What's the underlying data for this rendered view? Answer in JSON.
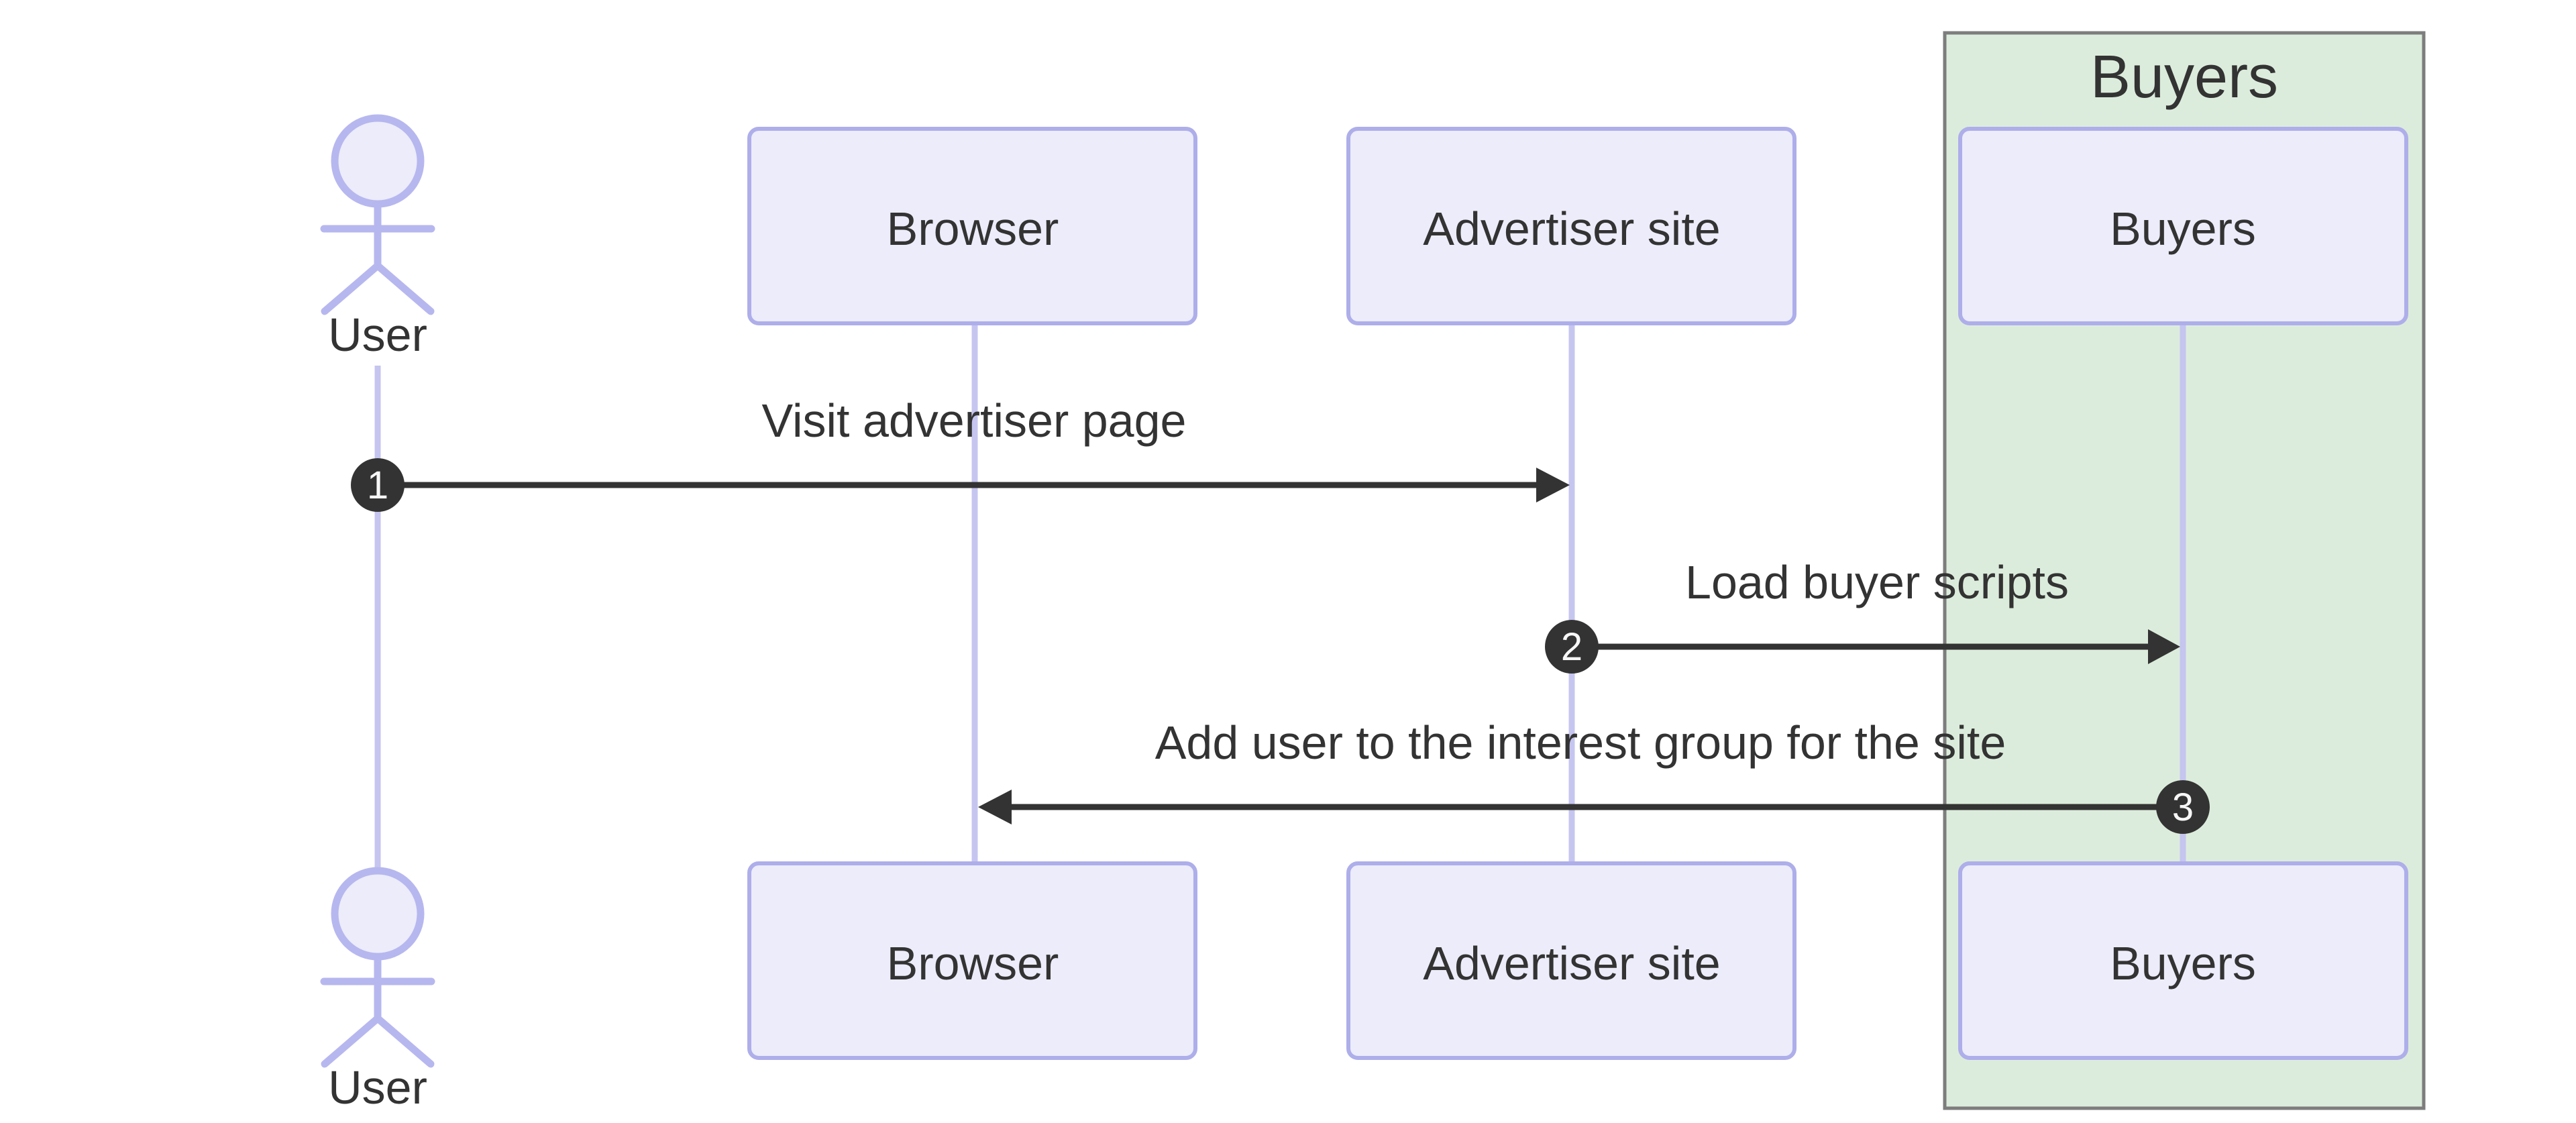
{
  "diagram": {
    "type": "sequence-diagram",
    "group": {
      "label": "Buyers",
      "fill_color": "#dcecdc",
      "border_color": "#7d7d7d"
    },
    "actors": [
      {
        "id": "user",
        "label": "User",
        "kind": "actor"
      },
      {
        "id": "browser",
        "label": "Browser",
        "kind": "participant"
      },
      {
        "id": "advertiser",
        "label": "Advertiser site",
        "kind": "participant"
      },
      {
        "id": "buyers",
        "label": "Buyers",
        "kind": "participant",
        "group": "Buyers"
      }
    ],
    "messages": [
      {
        "seq": "1",
        "label": "Visit advertiser page",
        "from": "User",
        "to": "Advertiser site",
        "direction": "right"
      },
      {
        "seq": "2",
        "label": "Load buyer scripts",
        "from": "Advertiser site",
        "to": "Buyers",
        "direction": "right"
      },
      {
        "seq": "3",
        "label": "Add user to the interest group for the site",
        "from": "Buyers",
        "to": "Browser",
        "direction": "left"
      }
    ],
    "colors": {
      "participant_fill": "#ececfa",
      "participant_border": "#aeaeea",
      "lifeline": "#c5c5f0",
      "message_line": "#333333",
      "badge_fill": "#333333",
      "badge_text": "#f7f7f7",
      "text": "#333333",
      "group_fill": "#dcecdc",
      "group_border": "#7d7d7d",
      "background": "#ffffff"
    }
  }
}
